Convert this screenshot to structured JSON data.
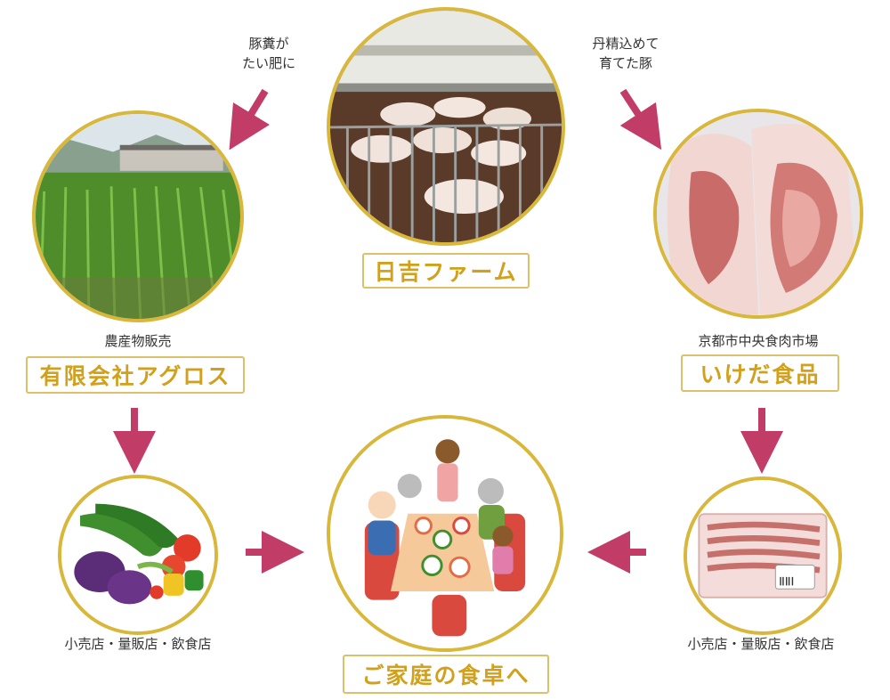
{
  "colors": {
    "ring": "#d8b73a",
    "label_border": "#dcc06a",
    "label_text": "#d1a11e",
    "arrow": "#c23c68"
  },
  "nodes": {
    "farm": {
      "label": "日吉ファーム",
      "photo": "pig-farm-photo"
    },
    "agros": {
      "caption": "農産物販売",
      "label": "有限会社アグロス",
      "photo": "corn-field-photo"
    },
    "ikeda": {
      "caption": "京都市中央食肉市場",
      "label": "いけだ食品",
      "photo": "pork-carcass-photo"
    },
    "veg_retail": {
      "caption": "小売店・量販店・飲食店",
      "photo": "vegetables-illustration"
    },
    "meat_retail": {
      "caption": "小売店・量販店・飲食店",
      "photo": "packaged-pork-illustration"
    },
    "home": {
      "label": "ご家庭の食卓へ",
      "photo": "family-dinner-illustration"
    }
  },
  "flows": {
    "farm_to_agros": {
      "note_line1": "豚糞が",
      "note_line2": "たい肥に"
    },
    "farm_to_ikeda": {
      "note_line1": "丹精込めて",
      "note_line2": "育てた豚"
    }
  }
}
